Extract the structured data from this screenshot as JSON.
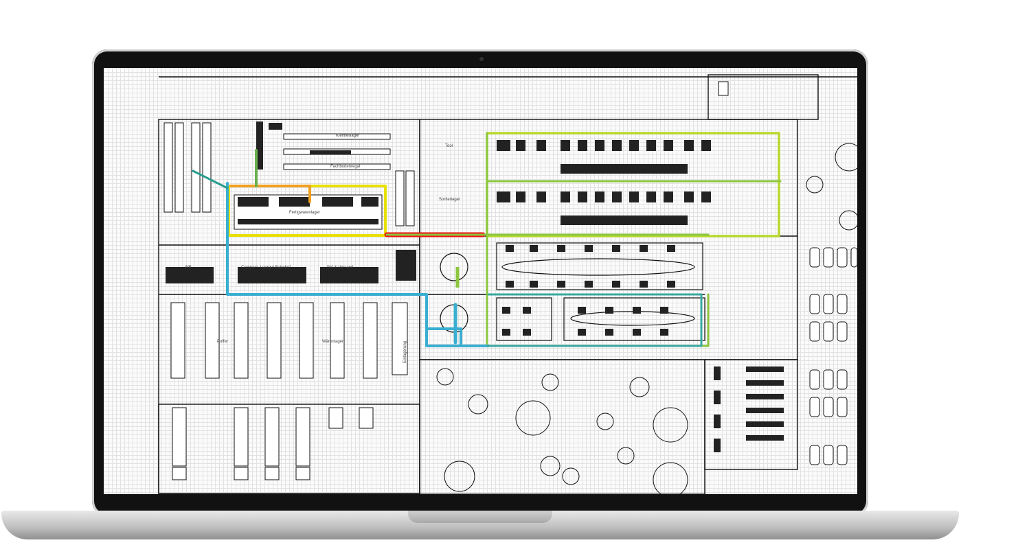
{
  "plan": {
    "labels": {
      "kleinteillager": "Kleinteillager",
      "fachbodenregal": "Fachbodenregal",
      "fertigwarenlager": "Fertigwarenlager",
      "compact_leergut_bahnhof": "Compact- Leergut Bahnhof",
      "wareneingang": "WE",
      "warenausgang": "WA & Versand",
      "puffer": "Puffer",
      "warenlager": "Wärenlager",
      "einlagerung": "Einlagerung",
      "tool": "Tool",
      "sortierlager": "Sortierlager"
    },
    "colors": {
      "yellow": "#e8e000",
      "orange": "#f0a020",
      "red": "#ee1111",
      "green": "#8cc63f",
      "light_green": "#b8d82e",
      "blue": "#3aaed0",
      "teal": "#3aa8a0"
    }
  }
}
